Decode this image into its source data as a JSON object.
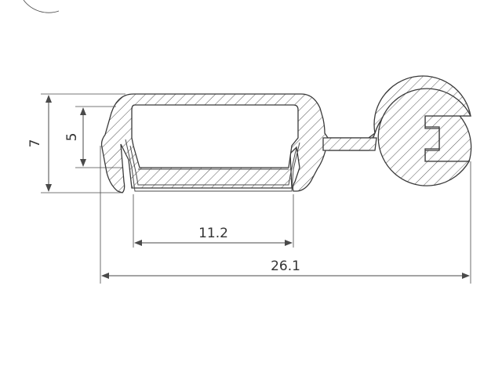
{
  "dimensions": {
    "height_outer": "7",
    "height_inner": "5",
    "width_inner": "11.2",
    "width_total": "26.1"
  },
  "colors": {
    "line": "#4a4a4a",
    "hatch": "#555555",
    "background": "#ffffff"
  }
}
